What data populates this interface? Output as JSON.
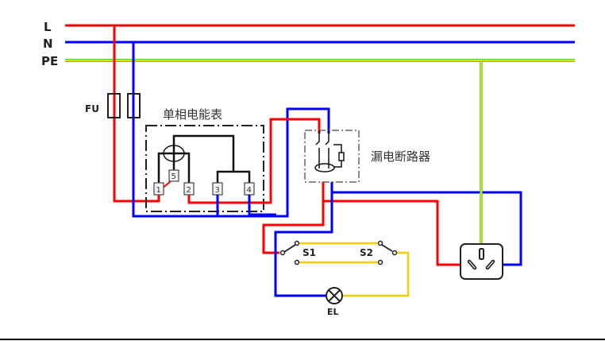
{
  "diagram": {
    "bus_labels": {
      "L": "L",
      "N": "N",
      "PE": "PE"
    },
    "fuse_label": "FU",
    "meter_label": "单相电能表",
    "meter_terminals": [
      "1",
      "2",
      "3",
      "4",
      "5"
    ],
    "rcd_label": "漏电断路器",
    "switch1_label": "S1",
    "switch2_label": "S2",
    "lamp_label": "EL",
    "colors": {
      "live": "#ff0000",
      "neutral": "#0000ff",
      "earth_outer": "#66cc33",
      "earth_inner": "#ffee00",
      "traveller": "#ffcc00",
      "component": "#222222",
      "dashed_box": "#555555"
    }
  }
}
